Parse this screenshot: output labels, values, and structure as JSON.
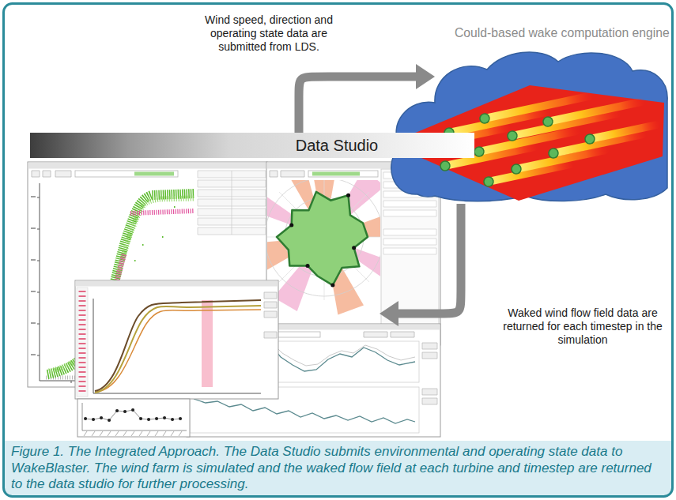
{
  "diagram": {
    "caption": "Figure 1. The Integrated Approach. The Data Studio submits environmental and operating state data to WakeBlaster. The wind farm is simulated and the waked flow field at each turbine and timestep are returned to the data studio for further processing.",
    "nodes": [
      {
        "text": [
          "Could-based wake computation engine"
        ]
      },
      {
        "text": [
          "Data Studio"
        ]
      }
    ],
    "edges": [
      {
        "from": 1,
        "to": 0,
        "arrow": "to",
        "label": "Wind speed, direction and operating state data are submitted from LDS."
      },
      {
        "from": 0,
        "to": 1,
        "arrow": "to",
        "label": "Waked wind flow field data are returned for each timestep in the simulation"
      }
    ]
  }
}
